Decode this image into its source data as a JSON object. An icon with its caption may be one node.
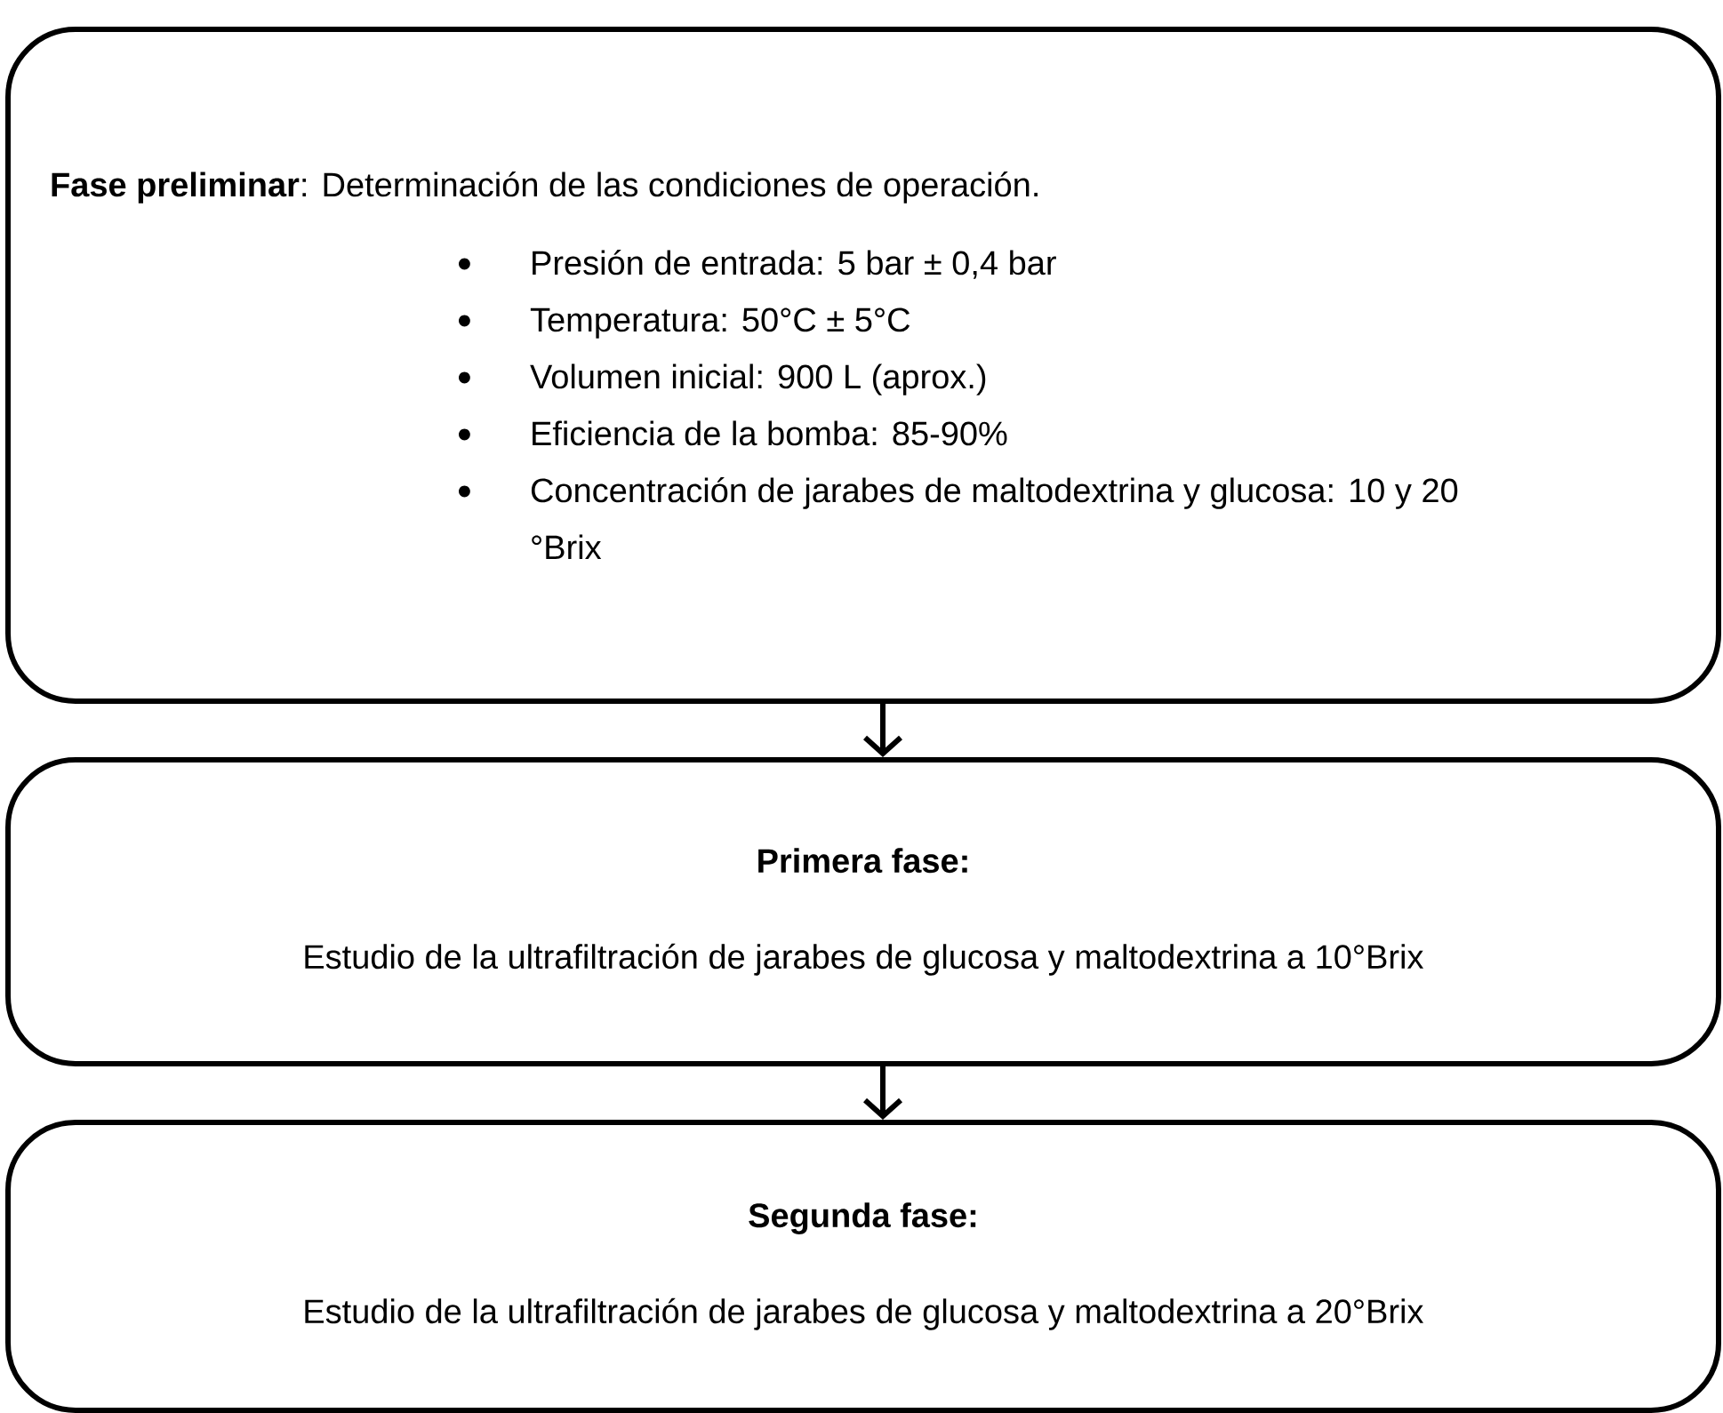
{
  "diagram": {
    "nodes": [
      {
        "text": [
          "**Fase preliminar**:  Determinación de las condiciones de operación.",
          "Presión de entrada: 5 bar ± 0,4 bar",
          "Temperatura: 50°C ± 5°C",
          "Volumen inicial: 900 L (aprox.)",
          "Eficiencia de la bomba: 85-90%",
          "Concentración de jarabes de maltodextrina y glucosa: 10 y 20 °Brix"
        ]
      },
      {
        "text": [
          "Primera fase:",
          "Estudio de la ultrafiltración de jarabes de glucosa y maltodextrina a 10°Brix"
        ]
      },
      {
        "text": [
          "Segunda fase:",
          "Estudio de la ultrafiltración de jarabes de glucosa y maltodextrina a 20°Brix"
        ]
      }
    ],
    "edges": [
      {
        "from": 0,
        "to": 1,
        "arrow": "to"
      },
      {
        "from": 1,
        "to": 2,
        "arrow": "to"
      }
    ]
  }
}
